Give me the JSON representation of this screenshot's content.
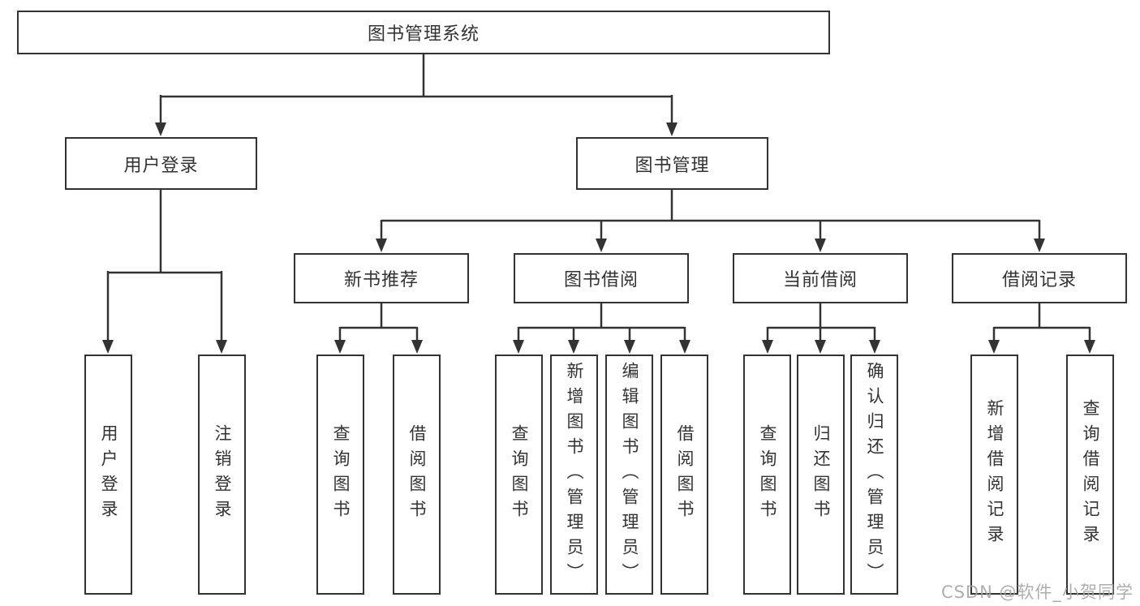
{
  "diagram": {
    "root": {
      "label": "图书管理系统"
    },
    "user_login": {
      "label": "用户登录",
      "children": [
        {
          "label": "用户登录"
        },
        {
          "label": "注销登录"
        }
      ]
    },
    "book_mgmt": {
      "label": "图书管理",
      "sections": [
        {
          "label": "新书推荐",
          "children": [
            {
              "label": "查询图书"
            },
            {
              "label": "借阅图书"
            }
          ]
        },
        {
          "label": "图书借阅",
          "children": [
            {
              "label": "查询图书"
            },
            {
              "label": "新增图书（管理员）"
            },
            {
              "label": "编辑图书（管理员）"
            },
            {
              "label": "借阅图书"
            }
          ]
        },
        {
          "label": "当前借阅",
          "children": [
            {
              "label": "查询图书"
            },
            {
              "label": "归还图书"
            },
            {
              "label": "确认归还（管理员）"
            }
          ]
        },
        {
          "label": "借阅记录",
          "children": [
            {
              "label": "新增借阅记录"
            },
            {
              "label": "查询借阅记录"
            }
          ]
        }
      ]
    }
  },
  "watermark": {
    "text": "CSDN @软件_小贺同学"
  },
  "colors": {
    "line": "#333333",
    "box_border": "#333333",
    "text": "#333333",
    "watermark_text": "#a6a6a6",
    "background": "#ffffff"
  }
}
